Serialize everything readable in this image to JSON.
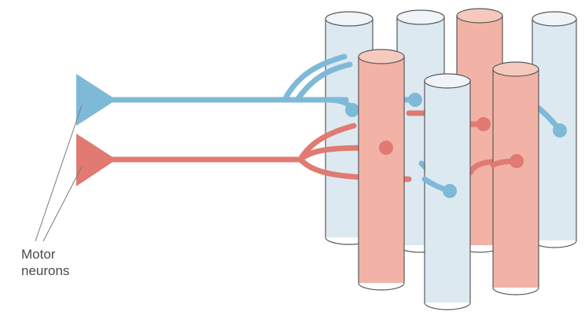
{
  "caption": {
    "line1": "Motor",
    "line2": "neurons"
  },
  "colors": {
    "blue_neuron": "#7fb9d8",
    "red_neuron": "#e07a72",
    "blue_fiber_fill": "#dde9f1",
    "red_fiber_fill": "#f2b3a6",
    "fiber_outline": "#5a5a5a",
    "pointer_line": "#7a7a7a"
  },
  "items": {
    "neurons": [
      "blue",
      "red"
    ],
    "muscle_fibers": [
      "blue",
      "blue",
      "red",
      "blue",
      "red",
      "blue",
      "red"
    ]
  }
}
